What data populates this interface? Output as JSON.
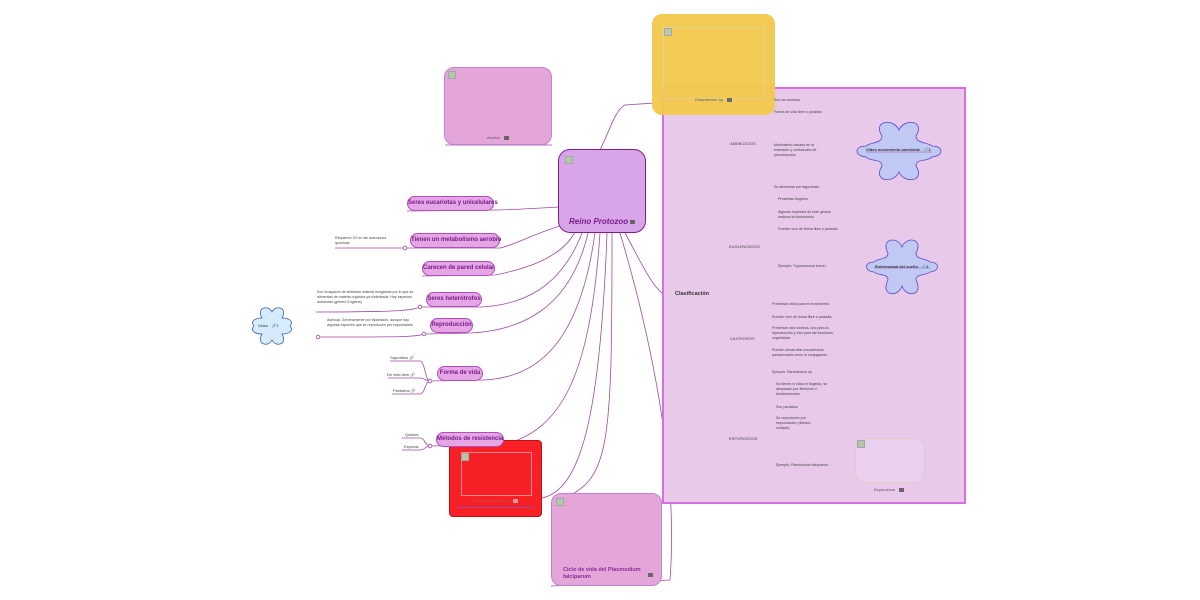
{
  "central": {
    "title": "Reino Protozoo"
  },
  "image_cards": {
    "ameba": {
      "caption": "Ameba"
    },
    "paramecium": {
      "caption": "Paramecium sp"
    },
    "trypanosoma": {
      "caption": "Trypanosoma brucei"
    },
    "plasmodium": {
      "caption": "Ciclo de vida del Plasmodium falciparum"
    },
    "esporozoos_img": {
      "caption": "Esporozoos"
    }
  },
  "branches": [
    {
      "label": "Seres eucariotas y unicelulares"
    },
    {
      "label": "Tienen un metabolismo aerobio",
      "detail": "Requieren O2 en las reacciones químicas."
    },
    {
      "label": "Carecen de pared celular"
    },
    {
      "label": "Seres heterótrofos",
      "detail": "Son incapaces de sintetizar materia inorgánica por lo que se alimentan de materia orgánica ya sintetizada. Hay especies autótrofas (género Euglena)"
    },
    {
      "label": "Reproducción",
      "detail": "Asexual. Generalmente por bipartición, aunque hay algunas especies que se reproducen por esporulación"
    },
    {
      "label": "Forma de vida",
      "children": [
        "Saprófitos",
        "De vida libre",
        "Parásitos"
      ]
    },
    {
      "label": "Métodos de resistencia",
      "children": [
        "Quistes",
        "Esporas"
      ]
    }
  ],
  "clouds": {
    "video": {
      "label": "Video",
      "count": "1"
    },
    "ameboide": {
      "label": "Video movimiento ameboide",
      "count": "1"
    },
    "sueno": {
      "label": "Enfermedad del sueño",
      "count": "1"
    }
  },
  "classification": {
    "label": "Clasificación",
    "groups": [
      {
        "name": "AMEBOZOOS",
        "items": [
          "Son las amebas.",
          "Forma de vida libre o parásita",
          "Movimiento basado en la extensión y contracción de pseudópodos",
          "Se alimentan por fagocitosis"
        ]
      },
      {
        "name": "EUGLENOZOOS",
        "items": [
          "Presentan flagelos.",
          "Algunas especies de este género realizan la fotosíntesis.",
          "Pueden vivir de forma libre o parásita",
          "Ejemplo: Trypanosoma brucei"
        ]
      },
      {
        "name": "CILIÓFOROS",
        "items": [
          "Presentan cilios para el movimiento.",
          "Pueden vivir de forma libre o parásita",
          "Presentan dos núcleos, uno para la reproducción y otro para las funciones vegetativas",
          "Pueden desarrollar mecanismos parasexuales como la conjugación.",
          "Ejemplo: Paramecium sp"
        ]
      },
      {
        "name": "ESPOROZOOS",
        "items": [
          "No tienen ni cilios ni flagelos, se desplazan por flexiones o deslizamientos",
          "Son parásitos",
          "Se reproducen por esporulación (división múltiple)",
          "Ejemplo: Plasmodium falciparum"
        ]
      }
    ]
  },
  "colors": {
    "accent": "#b44cc0",
    "boundary": "#d86ee0",
    "central": "#d8a6e8",
    "yellow": "#f2c94c",
    "red": "#f72027",
    "cloud_blue": "#c0c8f4"
  }
}
